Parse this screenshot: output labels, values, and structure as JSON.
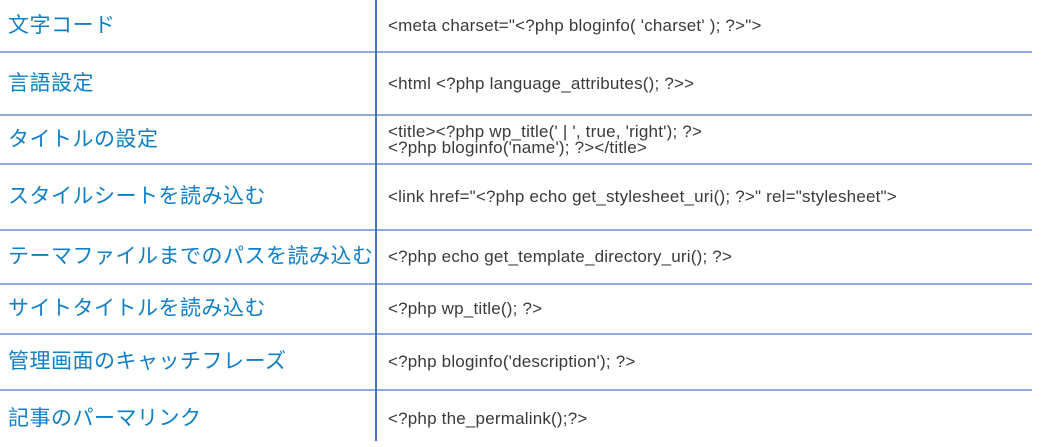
{
  "colors": {
    "label_text": "#0F80C8",
    "code_text": "#3A3A3A",
    "row_divider": "#8FAADC",
    "column_divider": "#4472C4",
    "background": "#FFFFFF"
  },
  "table": {
    "rows": [
      {
        "label": "文字コード",
        "code": "<meta charset=\"<?php bloginfo( 'charset' ); ?>\">"
      },
      {
        "label": "言語設定",
        "code": "<html <?php language_attributes(); ?>>"
      },
      {
        "label": "タイトルの設定",
        "code": "<title><?php wp_title(' | ', true, 'right'); ?>\n<?php bloginfo('name'); ?></title>"
      },
      {
        "label": "スタイルシートを読み込む",
        "code": "<link href=\"<?php echo get_stylesheet_uri(); ?>\" rel=\"stylesheet\">"
      },
      {
        "label": "テーマファイルまでのパスを読み込む",
        "code": "<?php echo get_template_directory_uri(); ?>"
      },
      {
        "label": "サイトタイトルを読み込む",
        "code": "<?php wp_title(); ?>"
      },
      {
        "label": "管理画面のキャッチフレーズ",
        "code": "<?php bloginfo('description'); ?>"
      },
      {
        "label": "記事のパーマリンク",
        "code": "<?php the_permalink();?>"
      }
    ]
  }
}
